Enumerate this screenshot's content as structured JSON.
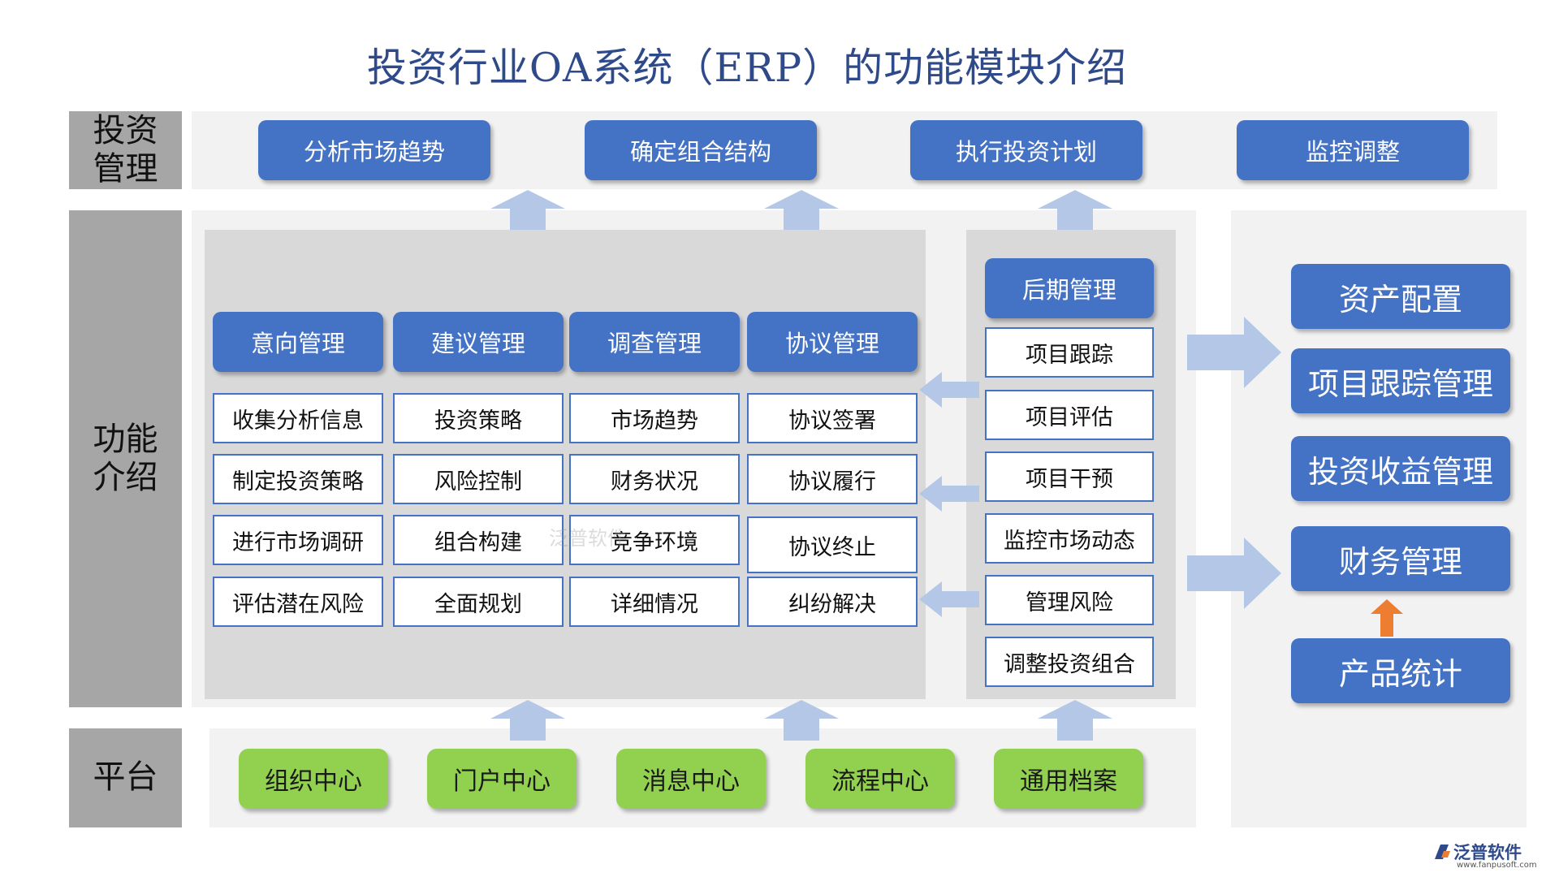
{
  "title": "投资行业OA系统（ERP）的功能模块介绍",
  "sections": {
    "investment": "投资管理",
    "function": "功能介绍",
    "platform": "平台"
  },
  "top_steps": [
    "分析市场趋势",
    "确定组合结构",
    "执行投资计划",
    "监控调整"
  ],
  "columns": [
    {
      "header": "意向管理",
      "items": [
        "收集分析信息",
        "制定投资策略",
        "进行市场调研",
        "评估潜在风险"
      ]
    },
    {
      "header": "建议管理",
      "items": [
        "投资策略",
        "风险控制",
        "组合构建",
        "全面规划"
      ]
    },
    {
      "header": "调查管理",
      "items": [
        "市场趋势",
        "财务状况",
        "竞争环境",
        "详细情况"
      ]
    },
    {
      "header": "协议管理",
      "items": [
        "协议签署",
        "协议履行",
        "协议终止",
        "纠纷解决"
      ]
    }
  ],
  "post_management": {
    "header": "后期管理",
    "items": [
      "项目跟踪",
      "项目评估",
      "项目干预",
      "监控市场动态",
      "管理风险",
      "调整投资组合"
    ]
  },
  "right_modules": [
    "资产配置",
    "项目跟踪管理",
    "投资收益管理",
    "财务管理",
    "产品统计"
  ],
  "platform_items": [
    "组织中心",
    "门户中心",
    "消息中心",
    "流程中心",
    "通用档案"
  ],
  "logo": {
    "name": "泛普软件",
    "url": "www.fanpusoft.com"
  },
  "watermark": "泛普软件",
  "colors": {
    "blue_button": "#4472c4",
    "green_button": "#92d050",
    "label_gray": "#a6a6a6",
    "arrow_light_blue": "#b4c7e7",
    "arrow_orange": "#ed7d31"
  }
}
